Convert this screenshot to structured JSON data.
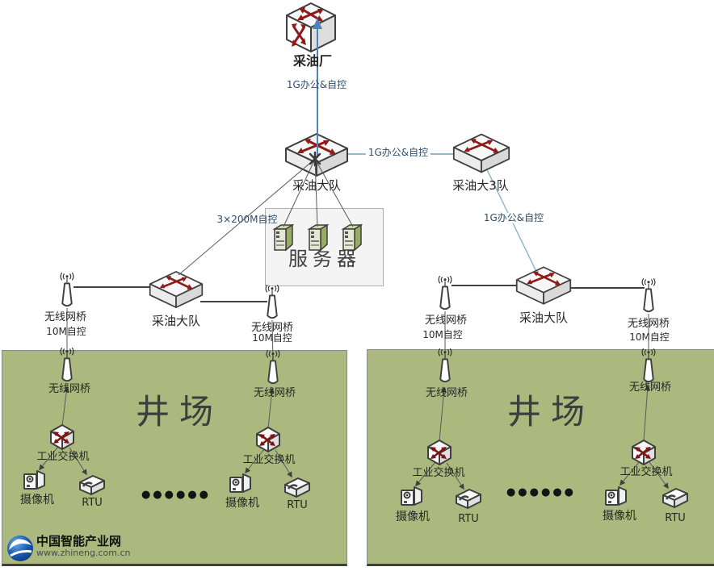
{
  "topology": {
    "plant": {
      "label": "采油厂",
      "uplink_label": "1G办公&自控"
    },
    "main_team": {
      "label": "采油大队"
    },
    "branch_team": {
      "label": "采油大3队",
      "link_label": "1G办公&自控",
      "downlink_label": "1G办公&自控"
    },
    "server_group": {
      "label": "服务器",
      "link_label": "3×200M自控",
      "server_count": "3"
    },
    "left_team": {
      "label": "采油大队"
    },
    "right_team": {
      "label": "采油大队"
    },
    "bridge": {
      "label": "无线网桥",
      "rate_label": "10M自控"
    },
    "well_site": {
      "label": "井场",
      "industrial_switch": "工业交换机",
      "camera": "摄像机",
      "rtu": "RTU",
      "ellipsis": "●●●●●●"
    }
  },
  "logo": {
    "title": "中国智能产业网",
    "url": "www.zhineng.com.cn"
  },
  "colors": {
    "well_site_bg": "#abb97e",
    "link_blue": "#4f81bd",
    "link_light_blue": "#92b8cc",
    "line_gray": "#595959",
    "arrow_red": "#8f1a1a",
    "label_navy": "#2e4d6b"
  },
  "icons": {
    "router": "router-cube-icon",
    "switch": "switch-icon",
    "server": "server-tower-icon",
    "antenna": "wireless-bridge-antenna-icon",
    "iswitch": "industrial-switch-icon",
    "camera": "camera-icon",
    "rtu": "rtu-device-icon",
    "globe": "globe-logo-icon"
  }
}
